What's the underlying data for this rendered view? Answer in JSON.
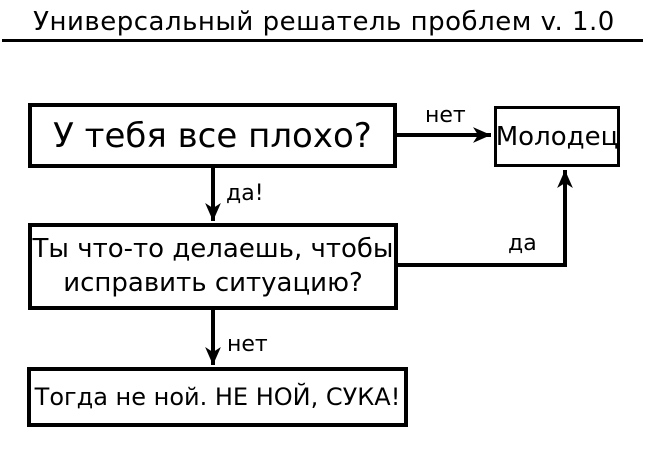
{
  "title": "Универсальный решатель проблем v. 1.0",
  "flowchart": {
    "nodes": [
      {
        "id": "question1",
        "text": "У тебя все плохо?"
      },
      {
        "id": "praise",
        "text": "Молодец"
      },
      {
        "id": "question2",
        "lines": [
          "Ты что-то делаешь, чтобы",
          "исправить ситуацию?"
        ]
      },
      {
        "id": "final",
        "text": "Тогда не ной. НЕ НОЙ, СУКА!"
      }
    ],
    "edges": [
      {
        "from": "question1",
        "to": "praise",
        "label": "нет"
      },
      {
        "from": "question1",
        "to": "question2",
        "label": "да!"
      },
      {
        "from": "question2",
        "to": "praise",
        "label": "да"
      },
      {
        "from": "question2",
        "to": "final",
        "label": "нет"
      }
    ]
  },
  "colors": {
    "ink": "#000000",
    "background": "#ffffff"
  }
}
